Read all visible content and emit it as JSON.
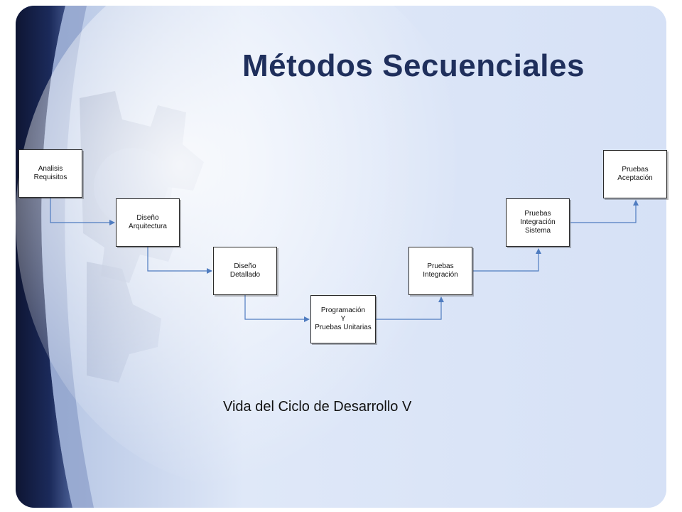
{
  "slide": {
    "title": "Métodos Secuenciales",
    "caption": "Vida del Ciclo de Desarrollo V"
  },
  "stages": [
    {
      "lines": [
        "Analisis",
        "Requisitos"
      ]
    },
    {
      "lines": [
        "Diseño",
        "Arquitectura"
      ]
    },
    {
      "lines": [
        "Diseño",
        "Detallado"
      ]
    },
    {
      "lines": [
        "Programación",
        "Y",
        "Pruebas Unitarias"
      ]
    },
    {
      "lines": [
        "Pruebas",
        "Integración"
      ]
    },
    {
      "lines": [
        "Pruebas",
        "Integración",
        "Sistema"
      ]
    },
    {
      "lines": [
        "Pruebas",
        "Aceptación"
      ]
    }
  ],
  "theme": {
    "title_color": "#1f2f5c",
    "arrow_color": "#4f7cc0",
    "box_border": "#2a2a2a",
    "background": "#d9e4f8",
    "dark_band": "#141d3d"
  }
}
